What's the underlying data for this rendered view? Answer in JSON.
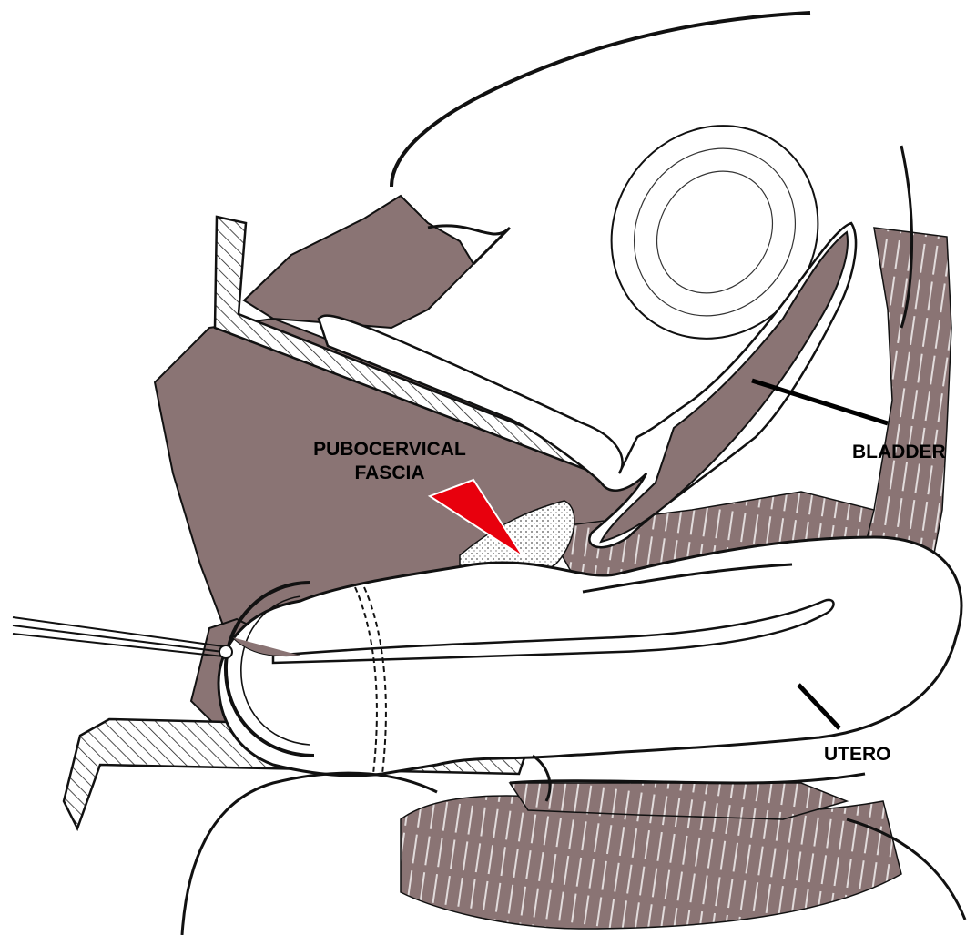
{
  "diagram": {
    "labels": {
      "fascia_line1": "PUBOCERVICAL",
      "fascia_line2": "FASCIA",
      "bladder": "BLADDER",
      "utero": "UTERO"
    },
    "colors": {
      "tissue": "#8a7474",
      "tissue_light": "#a89494",
      "outline": "#111111",
      "pointer": "#e8000d",
      "background": "#ffffff"
    },
    "icons": {
      "pointer": "red-arrow-pointer",
      "instrument": "probe-instrument"
    }
  }
}
